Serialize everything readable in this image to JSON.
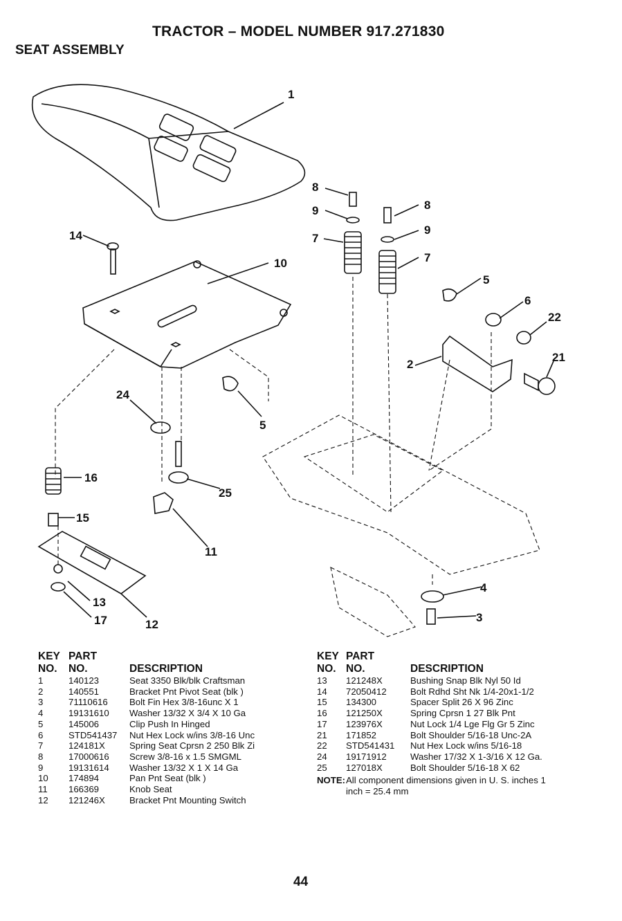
{
  "header": {
    "title": "TRACTOR – MODEL NUMBER 917.271830",
    "subtitle": "SEAT ASSEMBLY"
  },
  "callouts": [
    "1",
    "14",
    "10",
    "8",
    "9",
    "7",
    "8",
    "9",
    "7",
    "5",
    "6",
    "22",
    "21",
    "2",
    "24",
    "5",
    "16",
    "15",
    "25",
    "11",
    "13",
    "17",
    "12",
    "4",
    "3"
  ],
  "table_headers": {
    "key_line1": "KEY",
    "part_line1": "PART",
    "key_line2": "NO.",
    "part_line2": "NO.",
    "desc": "DESCRIPTION"
  },
  "parts_left": [
    {
      "key": "1",
      "part": "140123",
      "desc": "Seat 3350 Blk/blk Craftsman"
    },
    {
      "key": "2",
      "part": "140551",
      "desc": "Bracket Pnt Pivot Seat (blk )"
    },
    {
      "key": "3",
      "part": "71110616",
      "desc": "Bolt Fin Hex 3/8-16unc X 1"
    },
    {
      "key": "4",
      "part": "19131610",
      "desc": "Washer 13/32 X 3/4 X 10 Ga"
    },
    {
      "key": "5",
      "part": "145006",
      "desc": "Clip Push In Hinged"
    },
    {
      "key": "6",
      "part": "STD541437",
      "desc": "Nut Hex Lock w/ins 3/8-16 Unc"
    },
    {
      "key": "7",
      "part": "124181X",
      "desc": "Spring Seat Cprsn 2 250 Blk Zi"
    },
    {
      "key": "8",
      "part": "17000616",
      "desc": "Screw 3/8-16 x 1.5 SMGML"
    },
    {
      "key": "9",
      "part": "19131614",
      "desc": "Washer 13/32 X 1 X 14 Ga"
    },
    {
      "key": "10",
      "part": "174894",
      "desc": "Pan Pnt Seat (blk )"
    },
    {
      "key": "11",
      "part": "166369",
      "desc": "Knob Seat"
    },
    {
      "key": "12",
      "part": "121246X",
      "desc": "Bracket Pnt Mounting Switch"
    }
  ],
  "parts_right": [
    {
      "key": "13",
      "part": "121248X",
      "desc": "Bushing Snap Blk Nyl 50 Id"
    },
    {
      "key": "14",
      "part": "72050412",
      "desc": "Bolt Rdhd Sht Nk 1/4-20x1-1/2"
    },
    {
      "key": "15",
      "part": "134300",
      "desc": "Spacer Split 26 X 96 Zinc"
    },
    {
      "key": "16",
      "part": "121250X",
      "desc": "Spring Cprsn 1 27 Blk Pnt"
    },
    {
      "key": "17",
      "part": "123976X",
      "desc": "Nut Lock 1/4 Lge Flg Gr 5 Zinc"
    },
    {
      "key": "21",
      "part": "171852",
      "desc": "Bolt Shoulder 5/16-18 Unc-2A"
    },
    {
      "key": "22",
      "part": "STD541431",
      "desc": "Nut Hex Lock w/ins 5/16-18"
    },
    {
      "key": "24",
      "part": "19171912",
      "desc": "Washer 17/32 X 1-3/16 X 12 Ga."
    },
    {
      "key": "25",
      "part": "127018X",
      "desc": "Bolt Shoulder 5/16-18 X 62"
    }
  ],
  "note": {
    "label": "NOTE:",
    "text": "All component dimensions given in U. S. inches 1 inch = 25.4 mm"
  },
  "page_number": "44"
}
